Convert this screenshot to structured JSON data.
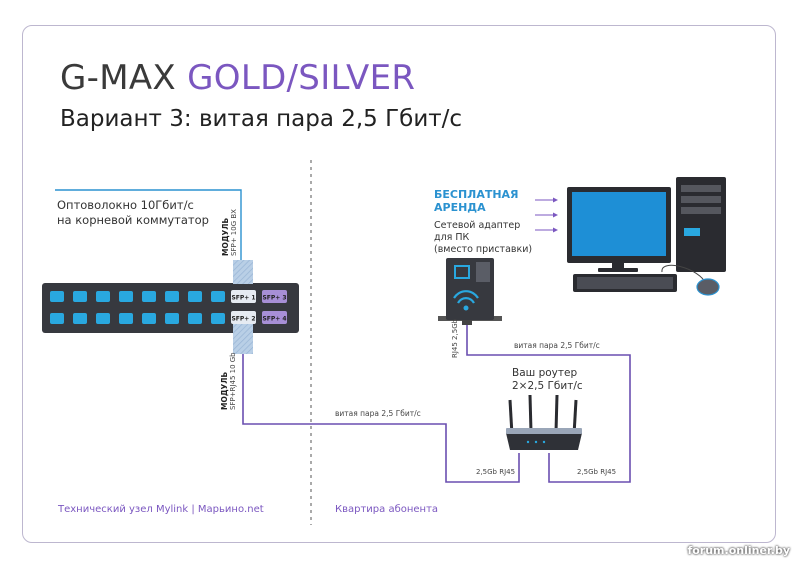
{
  "title": {
    "brand": "G-MAX",
    "product": "GOLD/SILVER"
  },
  "subtitle": "Вариант 3: витая пара 2,5 Гбит/с",
  "fiber_label": [
    "Оптоволокно 10Гбит/с",
    "на корневой коммутатор"
  ],
  "module_top": {
    "title": "МОДУЛЬ",
    "sub": "SFP+ 10G BX"
  },
  "module_bottom": {
    "title": "МОДУЛЬ",
    "sub": "SFP+RJ45 10 Gb"
  },
  "sfp_ports": [
    "SFP+ 1",
    "SFP+ 2",
    "SFP+ 3",
    "SFP+ 4"
  ],
  "free_rental": [
    "БЕСПЛАТНАЯ",
    "АРЕНДА"
  ],
  "adapter_label": [
    "Сетевой адаптер",
    "для ПК",
    "(вместо приставки)"
  ],
  "adapter_port": "RJ45 2,5Gb",
  "router_label": [
    "Ваш роутер",
    "2×2,5 Гбит/с"
  ],
  "cable_labels": {
    "left": "витая пара 2,5 Гбит/с",
    "right": "витая пара 2,5 Гбит/с"
  },
  "router_ports": {
    "left": "2,5Gb RJ45",
    "right": "2,5Gb RJ45"
  },
  "footer": {
    "left": "Технический узел Mylink  | Марьино.net",
    "right": "Квартира абонента"
  },
  "watermark": "forum.onliner.by",
  "colors": {
    "purple": "#7b57c0",
    "blue": "#2b92d0",
    "switch": "#37393f",
    "port": "#29a8e0"
  }
}
